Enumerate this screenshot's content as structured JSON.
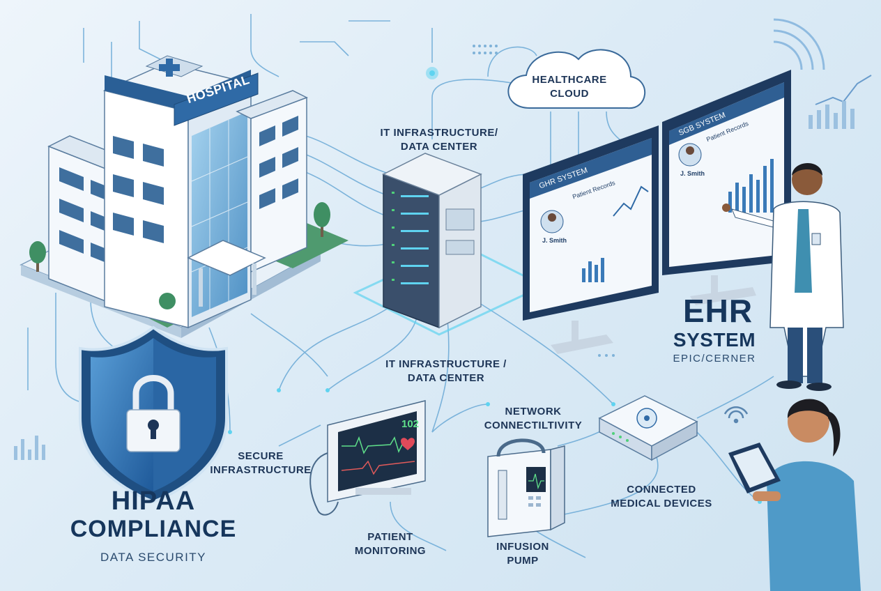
{
  "hospital": {
    "sign": "HOSPITAL"
  },
  "cloud": {
    "line1": "HEALTHCARE",
    "line2": "CLOUD"
  },
  "datacenter_top": {
    "line1": "IT INFRASTRUCTURE/",
    "line2": "DATA CENTER"
  },
  "datacenter_mid": {
    "line1": "IT INFRASTRUCTURE /",
    "line2": "DATA CENTER"
  },
  "ehr": {
    "title1": "EHR",
    "title2": "SYSTEM",
    "vendor": "EPIC/CERNER"
  },
  "monitor_left": {
    "header": "GHR SYSTEM",
    "section": "Patient Records",
    "patient": "J. Smith"
  },
  "monitor_right": {
    "header": "SGB SYSTEM",
    "section": "Patient Records",
    "patient": "J. Smith"
  },
  "vitals_monitor": {
    "reading": "102"
  },
  "labels": {
    "network": {
      "line1": "NETWORK",
      "line2": "CONNECTILTIVITY"
    },
    "secure": {
      "line1": "SECURE",
      "line2": "INFRASTRUCTURE"
    },
    "connected": {
      "line1": "CONNECTED",
      "line2": "MEDICAL DEVICES"
    },
    "patient": {
      "line1": "PATIENT",
      "line2": "MONITORING"
    },
    "infusion": {
      "line1": "INFUSION",
      "line2": "PUMP"
    }
  },
  "hipaa": {
    "line1": "HIPAA",
    "line2": "COMPLIANCE",
    "sub": "DATA SECURITY"
  },
  "colors": {
    "accent": "#2e6fb0",
    "dark": "#16365c",
    "glow": "#5fd3f0",
    "green": "#3a8f6a"
  }
}
